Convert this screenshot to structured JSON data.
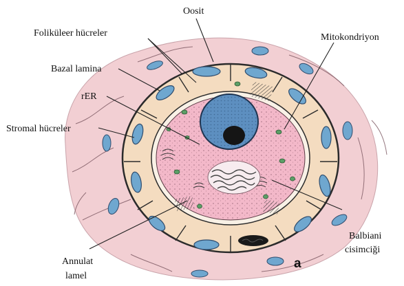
{
  "figure": {
    "panel_letter": "a",
    "labels": {
      "oosit": "Oosit",
      "folikuleer": "Foliküleer hücreler",
      "mitokondriyon": "Mitokondriyon",
      "bazal_lamina": "Bazal lamina",
      "rer": "rER",
      "stromal": "Stromal hücreler",
      "balbiani_1": "Balbiani",
      "balbiani_2": "cisimciği",
      "annulat_1": "Annulat",
      "annulat_2": "lamel"
    }
  },
  "colors": {
    "stroma": "#f2cfd3",
    "follicle_layer": "#f4dcc0",
    "follicle_nucleus": "#6fa7cf",
    "basal_lamina": "#2b2b2b",
    "zona": "#f9f1e6",
    "oocyte_cytoplasm": "#f3b8c9",
    "oocyte_nucleus": "#5d8fc0",
    "nucleolus": "#151515",
    "mitochondria": "#5c9f67"
  }
}
